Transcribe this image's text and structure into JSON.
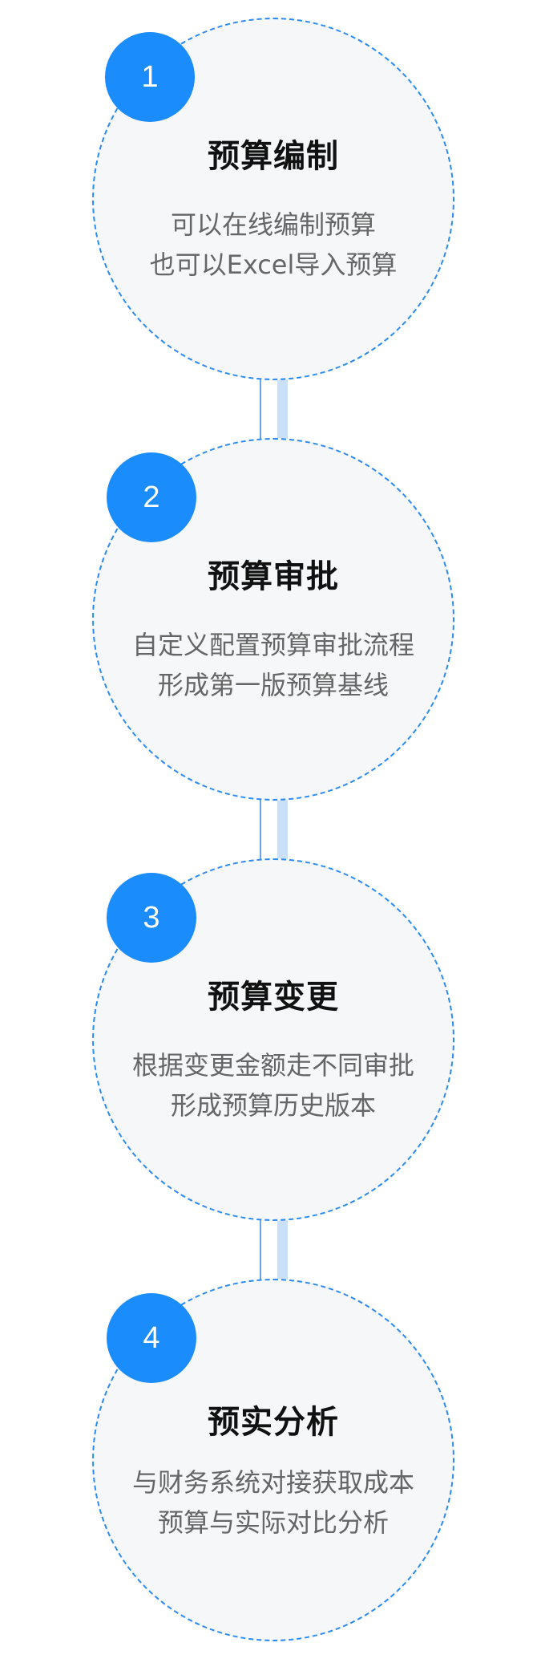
{
  "steps": [
    {
      "number": "1",
      "title": "预算编制",
      "lines": [
        "可以在线编制预算",
        "也可以Excel导入预算"
      ]
    },
    {
      "number": "2",
      "title": "预算审批",
      "lines": [
        "自定义配置预算审批流程",
        "形成第一版预算基线"
      ]
    },
    {
      "number": "3",
      "title": "预算变更",
      "lines": [
        "根据变更金额走不同审批",
        "形成预算历史版本"
      ]
    },
    {
      "number": "4",
      "title": "预实分析",
      "lines": [
        "与财务系统对接获取成本",
        "预算与实际对比分析"
      ]
    }
  ],
  "colors": {
    "badge": "#1a8cfb",
    "circle_border": "#2b8bf2",
    "circle_fill": "#f5f7f8",
    "connector_thin": "#64a8e6",
    "connector_thick": "#c9e0f7",
    "title": "#111111",
    "desc": "#666666"
  }
}
